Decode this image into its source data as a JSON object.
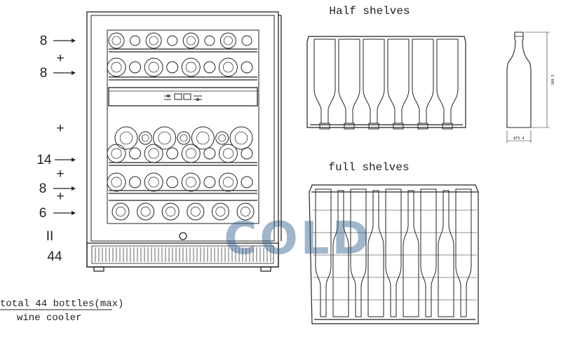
{
  "left_counts": {
    "items": [
      "8",
      "+",
      "8",
      "+",
      "14",
      "+",
      "8",
      "+",
      "6",
      "II",
      "44"
    ]
  },
  "captions": {
    "total": "total 44 bottles(max)",
    "product": "wine cooler"
  },
  "titles": {
    "half": "Half shelves",
    "full": "full shelves"
  },
  "bottle_dims": {
    "height": "300.5",
    "width": "Ø75.4"
  },
  "watermark": "COLD",
  "colors": {
    "line": "#222222",
    "watermark": "#2f5f8e"
  }
}
